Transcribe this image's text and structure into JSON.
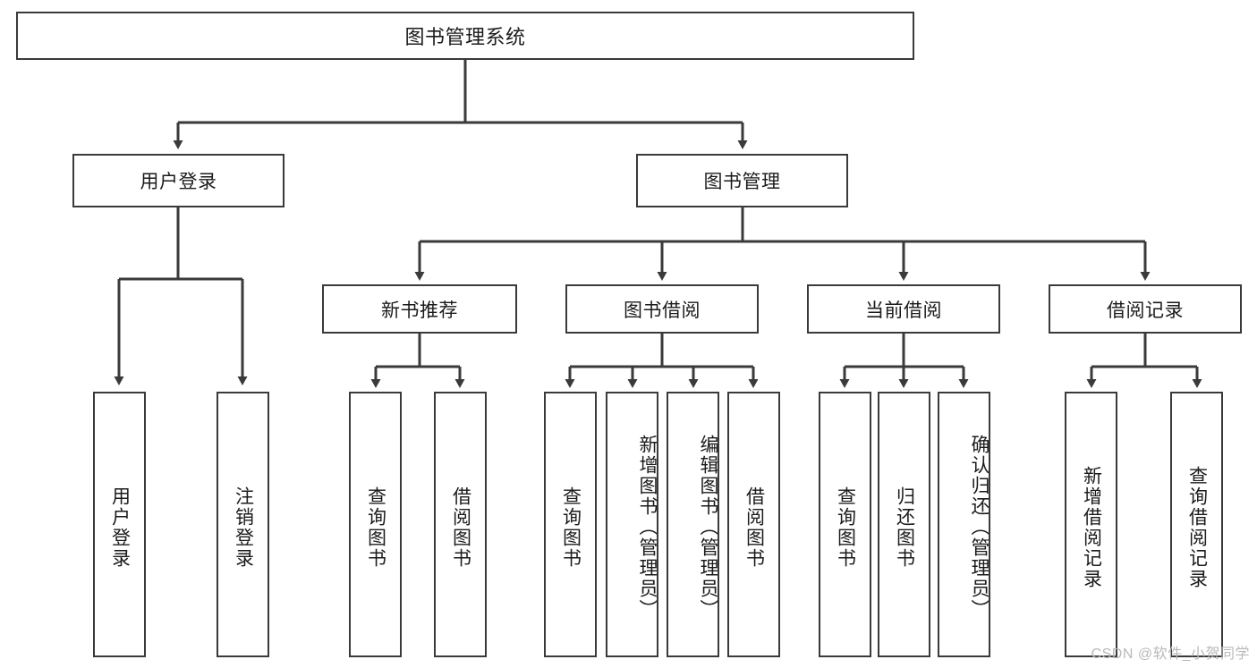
{
  "diagram": {
    "title_node": {
      "label": "图书管理系统"
    },
    "level2": [
      {
        "label": "用户登录"
      },
      {
        "label": "图书管理"
      }
    ],
    "level3": [
      {
        "label": "新书推荐"
      },
      {
        "label": "图书借阅"
      },
      {
        "label": "当前借阅"
      },
      {
        "label": "借阅记录"
      }
    ],
    "leaves": [
      {
        "label": "用户登录"
      },
      {
        "label": "注销登录"
      },
      {
        "label": "查询图书"
      },
      {
        "label": "借阅图书"
      },
      {
        "label": "查询图书"
      },
      {
        "label": "新增图书（管理员）"
      },
      {
        "label": "编辑图书（管理员）"
      },
      {
        "label": "借阅图书"
      },
      {
        "label": "查询图书"
      },
      {
        "label": "归还图书"
      },
      {
        "label": "确认归还（管理员）"
      },
      {
        "label": "新增借阅记录"
      },
      {
        "label": "查询借阅记录"
      }
    ],
    "watermark": "CSDN @软件_小贺同学",
    "colors": {
      "stroke": "#3a3a3a",
      "text": "#1b1b1b",
      "background": "#ffffff",
      "watermark": "#b9b9b9"
    }
  }
}
